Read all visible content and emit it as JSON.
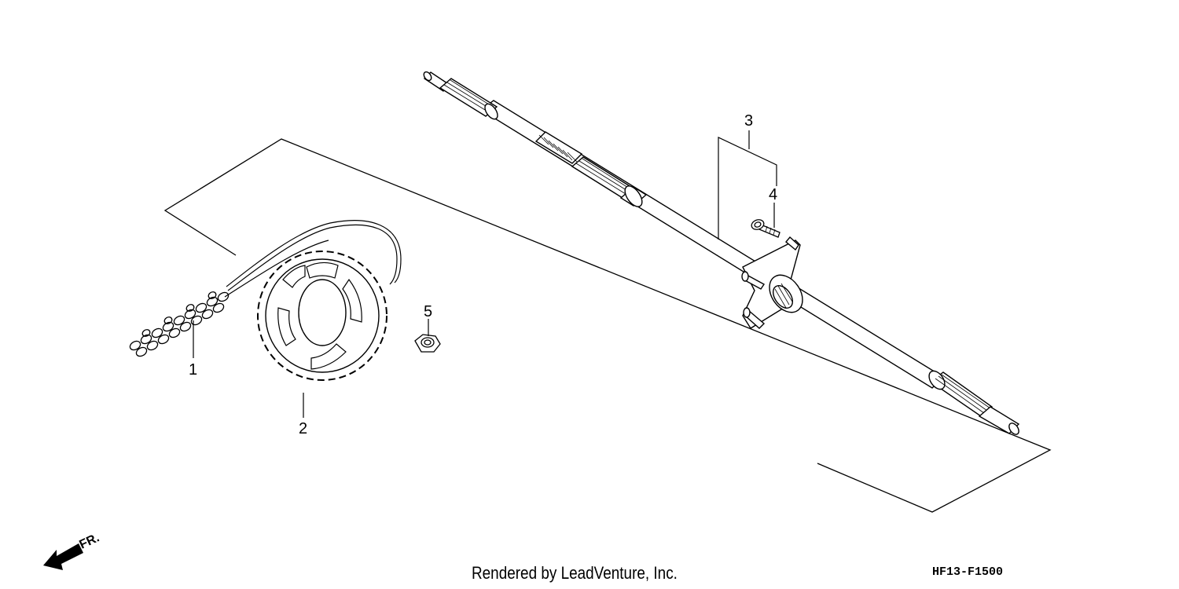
{
  "diagram": {
    "callouts": {
      "chain": "1",
      "sprocket": "2",
      "axle_assembly": "3",
      "bolt": "4",
      "nut": "5"
    },
    "direction_label": "FR.",
    "credit": "Rendered by LeadVenture, Inc.",
    "diagram_code": "HF13-F1500"
  },
  "colors": {
    "line": "#000000",
    "background": "#ffffff"
  }
}
